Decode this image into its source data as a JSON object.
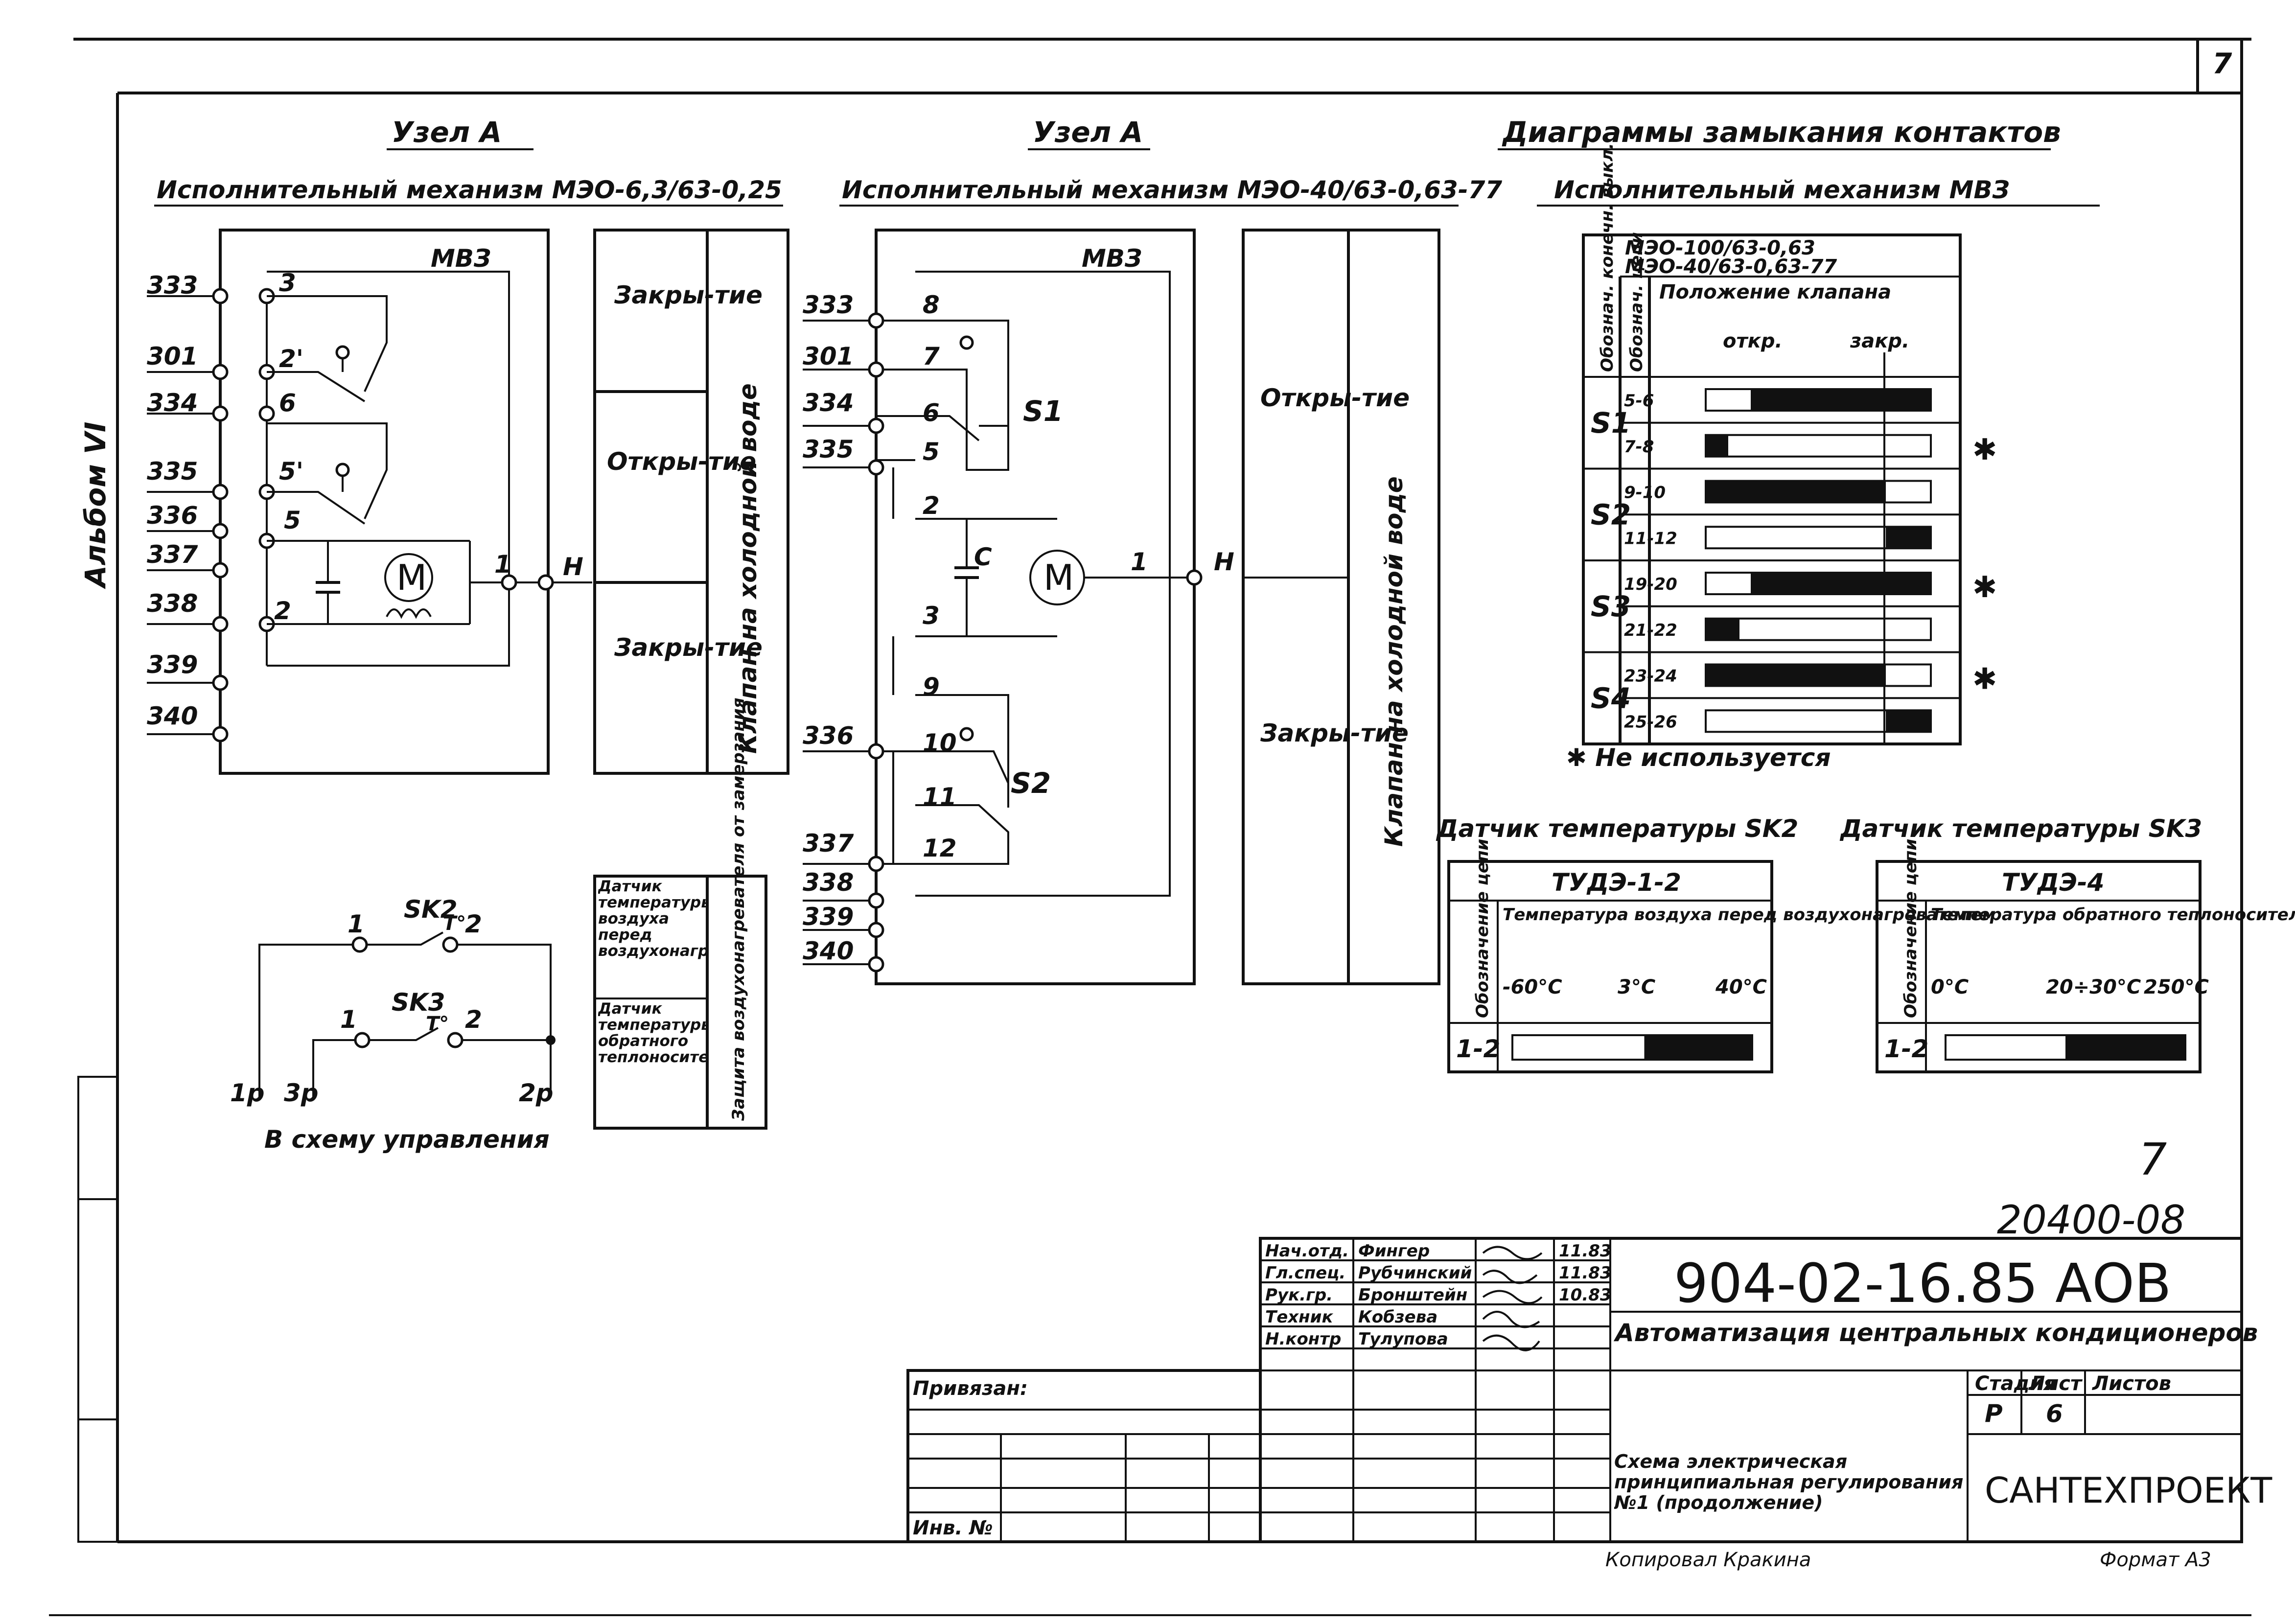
{
  "sheet_number": "7",
  "album_label": "Альбом VI",
  "left_diagram": {
    "title": "Узел А",
    "subtitle": "Исполнительный механизм МЭО-6,3/63-0,25",
    "box_label": "МВЗ",
    "terminals": [
      "333",
      "301",
      "334",
      "335",
      "336",
      "337",
      "338",
      "339",
      "340"
    ],
    "contacts": [
      "3",
      "2'",
      "6",
      "5'",
      "5",
      "1",
      "2"
    ],
    "output_label": "Н",
    "motor": "M",
    "states": [
      "Закры-тие",
      "Откры-тие",
      "Закры-тие"
    ],
    "vertical_label": "Клапан на холодной воде"
  },
  "middle_diagram": {
    "title": "Узел А",
    "subtitle": "Исполнительный механизм МЭО-40/63-0,63-77",
    "box_label": "МВЗ",
    "terminals": [
      "333",
      "301",
      "334",
      "335",
      "336",
      "337",
      "338",
      "339",
      "340"
    ],
    "contacts": [
      "8",
      "7",
      "6",
      "5",
      "2",
      "3",
      "9",
      "10",
      "11",
      "12",
      "1"
    ],
    "switches": [
      "S1",
      "S2"
    ],
    "capacitor": "C",
    "output_label": "Н",
    "motor": "M",
    "states": [
      "Откры-тие",
      "Закры-тие"
    ],
    "vertical_label": "Клапан на холодной воде"
  },
  "contact_diagram": {
    "title": "Диаграммы замыкания контактов",
    "subtitle": "Исполнительный механизм МВЗ",
    "models": [
      "МЭО-100/63-0,63",
      "МЭО-40/63-0,63-77"
    ],
    "col_headers": [
      "Обознач. конечн. выкл.",
      "Обознач. цепи",
      "Положение клапана"
    ],
    "position_labels": [
      "откр.",
      "закр."
    ],
    "rows": [
      {
        "switch": "S1",
        "circuit": "5-6",
        "fill": [
          0.2,
          1.0
        ],
        "unused": false
      },
      {
        "switch": "",
        "circuit": "7-8",
        "fill": [
          0.0,
          0.1
        ],
        "unused": true
      },
      {
        "switch": "S2",
        "circuit": "9-10",
        "fill": [
          0.0,
          0.8
        ],
        "unused": false
      },
      {
        "switch": "",
        "circuit": "11-12",
        "fill": [
          0.8,
          1.0
        ],
        "unused": false
      },
      {
        "switch": "S3",
        "circuit": "19-20",
        "fill": [
          0.2,
          1.0
        ],
        "unused": true
      },
      {
        "switch": "",
        "circuit": "21-22",
        "fill": [
          0.0,
          0.15
        ],
        "unused": false
      },
      {
        "switch": "S4",
        "circuit": "23-24",
        "fill": [
          0.0,
          0.8
        ],
        "unused": true
      },
      {
        "switch": "",
        "circuit": "25-26",
        "fill": [
          0.8,
          1.0
        ],
        "unused": false
      }
    ],
    "footnote": "✱ Не используется"
  },
  "sensor_sk2": {
    "title": "Датчик температуры SK2",
    "model": "ТУДЭ-1-2",
    "col_header": "Обозначение цепи",
    "description": "Температура воздуха перед воздухонагревателем",
    "scale": [
      "-60°C",
      "3°C",
      "40°C"
    ],
    "circuit": "1-2",
    "fill": [
      0.55,
      1.0
    ]
  },
  "sensor_sk3": {
    "title": "Датчик температуры SK3",
    "model": "ТУДЭ-4",
    "col_header": "Обозначение цепи",
    "description": "Температура обратного теплоносителя",
    "scale": [
      "0°C",
      "20÷30°C",
      "250°C"
    ],
    "circuit": "1-2",
    "fill": [
      0.5,
      1.0
    ]
  },
  "sensor_circuit": {
    "labels": [
      "SK2",
      "SK3",
      "1",
      "2",
      "1",
      "2",
      "1р",
      "3р",
      "2р",
      "T°",
      "T°"
    ],
    "caption": "В схему управления",
    "table": [
      {
        "left": "Датчик температуры воздуха перед воздухонагревателем",
        "right": "Защита воздухонагревателя от замерзания"
      },
      {
        "left": "Датчик температуры обратного теплоносителя",
        "right": ""
      }
    ]
  },
  "title_block": {
    "handwritten_sheet": "7",
    "archive_number": "20400-08",
    "document_code": "904-02-16.85 АОВ",
    "project_title": "Автоматизация центральных кондиционеров",
    "sheet_title": "Схема электрическая принципиальная регулирования №1 (продолжение)",
    "organization": "САНТЕХПРОЕКТ",
    "staff": [
      {
        "role": "Нач.отд.",
        "name": "Фингер",
        "date": "11.83"
      },
      {
        "role": "Гл.спец.",
        "name": "Рубчинский",
        "date": "11.83"
      },
      {
        "role": "Рук.гр.",
        "name": "Бронштейн",
        "date": "10.83"
      },
      {
        "role": "Техник",
        "name": "Кобзева",
        "date": ""
      },
      {
        "role": "Н.контр",
        "name": "Тулупова",
        "date": ""
      }
    ],
    "stage_headers": [
      "Стадия",
      "Лист",
      "Листов"
    ],
    "stage_values": [
      "Р",
      "6",
      ""
    ],
    "attached_label": "Привязан:",
    "inv_label": "Инв. №",
    "copied_by": "Копировал Кракина",
    "format": "Формат А3"
  }
}
